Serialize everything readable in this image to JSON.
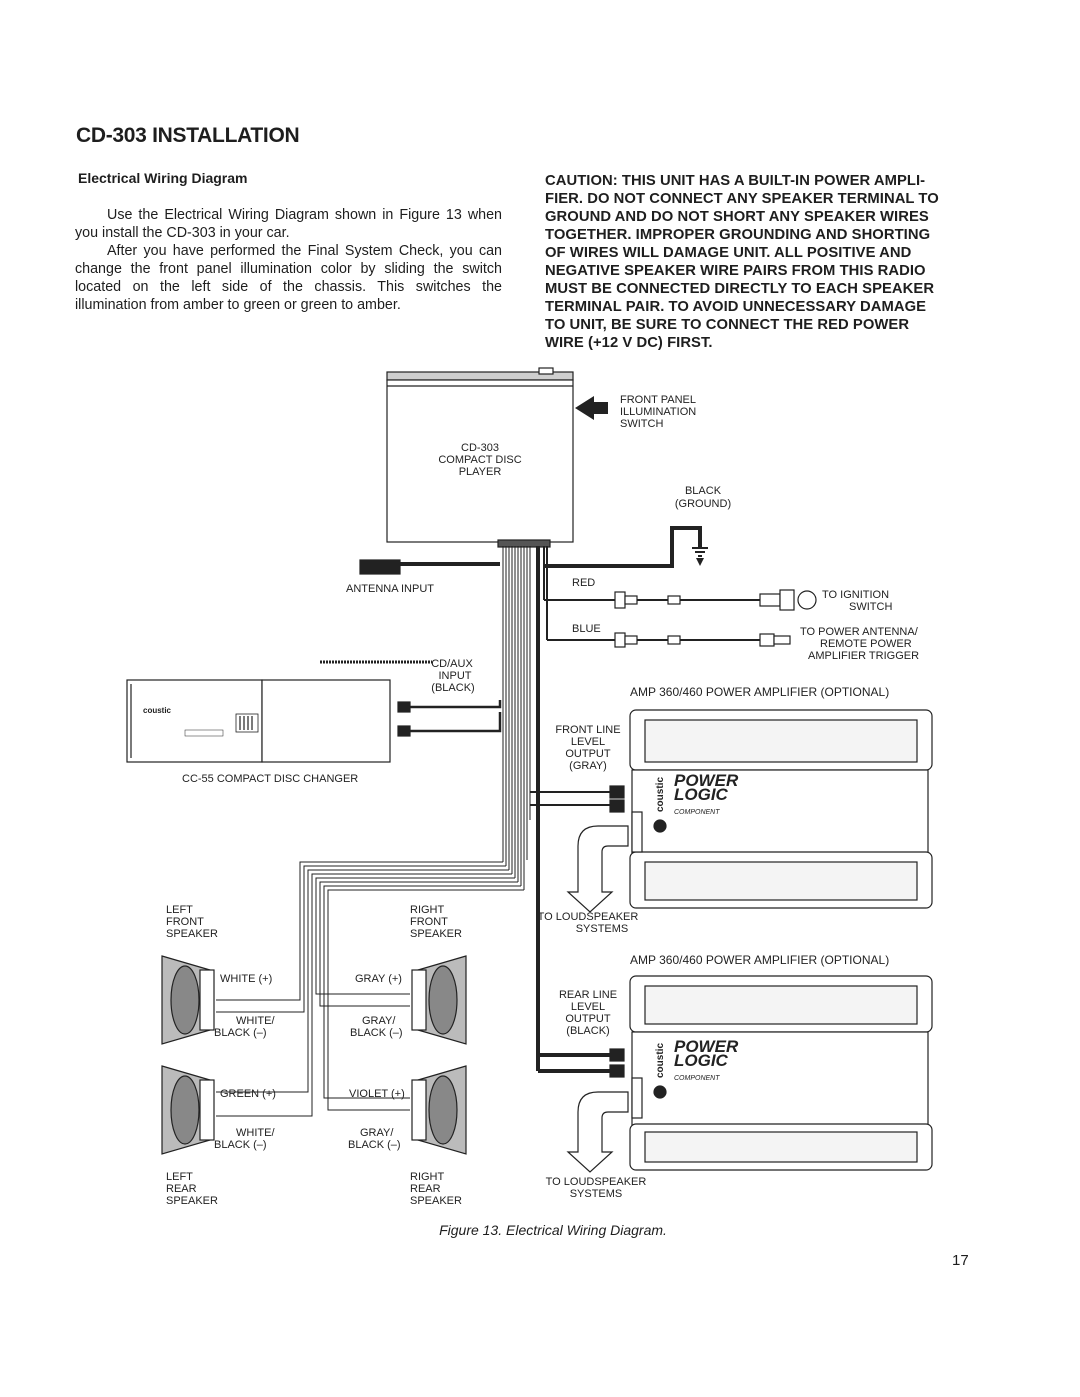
{
  "page": {
    "title": "CD-303 INSTALLATION",
    "section_heading": "Electrical Wiring Diagram",
    "paragraphs": [
      "Use the Electrical Wiring Diagram shown in Figure 13 when you install the CD-303 in your car.",
      "After you have performed the Final System Check, you can change the front panel illumination color by sliding the switch located on the left side of the chassis. This switches the illumination from amber to green or green to amber."
    ],
    "caution_lines": [
      "CAUTION: THIS UNIT HAS A BUILT-IN POWER AMPLI-",
      "FIER. DO NOT CONNECT ANY SPEAKER TERMINAL TO",
      "GROUND AND DO NOT SHORT ANY SPEAKER WIRES",
      "TOGETHER. IMPROPER GROUNDING AND SHORTING",
      "OF WIRES WILL DAMAGE UNIT. ALL POSITIVE AND",
      "NEGATIVE SPEAKER WIRE PAIRS FROM THIS RADIO",
      "MUST BE CONNECTED DIRECTLY TO EACH SPEAKER",
      "TERMINAL PAIR. TO AVOID UNNECESSARY DAMAGE",
      "TO UNIT, BE SURE TO CONNECT THE RED POWER",
      "WIRE (+12 V DC) FIRST."
    ],
    "figure_caption": "Figure 13. Electrical Wiring Diagram.",
    "page_number": "17"
  },
  "diagram": {
    "player_label": [
      "CD-303",
      "COMPACT DISC",
      "PLAYER"
    ],
    "front_panel_label": [
      "FRONT PANEL",
      "ILLUMINATION",
      "SWITCH"
    ],
    "ground_label": [
      "BLACK",
      "(GROUND)"
    ],
    "antenna_label": "ANTENNA INPUT",
    "red_label": "RED",
    "blue_label": "BLUE",
    "ignition_label": [
      "TO IGNITION",
      "SWITCH"
    ],
    "power_antenna_label": [
      "TO POWER ANTENNA/",
      "REMOTE POWER",
      "AMPLIFIER TRIGGER"
    ],
    "aux_label": [
      "CD/AUX",
      "INPUT",
      "(BLACK)"
    ],
    "changer_brand": "coustic",
    "changer_label": "CC-55 COMPACT DISC CHANGER",
    "amp1_title": "AMP 360/460 POWER AMPLIFIER (OPTIONAL)",
    "amp2_title": "AMP 360/460 POWER AMPLIFIER (OPTIONAL)",
    "front_line_label": [
      "FRONT LINE",
      "LEVEL",
      "OUTPUT",
      "(GRAY)"
    ],
    "rear_line_label": [
      "REAR LINE",
      "LEVEL",
      "OUTPUT",
      "(BLACK)"
    ],
    "amp_brand_vertical": "coustic",
    "amp_logo_line1": "POWER",
    "amp_logo_line2": "LOGIC",
    "amp_component_text": "COMPONENT",
    "loudspeaker_label_1": [
      "TO LOUDSPEAKER",
      "SYSTEMS"
    ],
    "loudspeaker_label_2": [
      "TO LOUDSPEAKER",
      "SYSTEMS"
    ],
    "left_front_label": [
      "LEFT",
      "FRONT",
      "SPEAKER"
    ],
    "right_front_label": [
      "RIGHT",
      "FRONT",
      "SPEAKER"
    ],
    "left_rear_label": [
      "LEFT",
      "REAR",
      "SPEAKER"
    ],
    "right_rear_label": [
      "RIGHT",
      "REAR",
      "SPEAKER"
    ],
    "white_plus": "WHITE (+)",
    "white_black_lf": [
      "WHITE/",
      "BLACK (–)"
    ],
    "gray_plus": "GRAY (+)",
    "gray_black_rf": [
      "GRAY/",
      "BLACK (–)"
    ],
    "green_plus": "GREEN (+)",
    "white_black_lr": [
      "WHITE/",
      "BLACK (–)"
    ],
    "violet_plus": "VIOLET (+)",
    "gray_black_rr": [
      "GRAY/",
      "BLACK (–)"
    ]
  }
}
